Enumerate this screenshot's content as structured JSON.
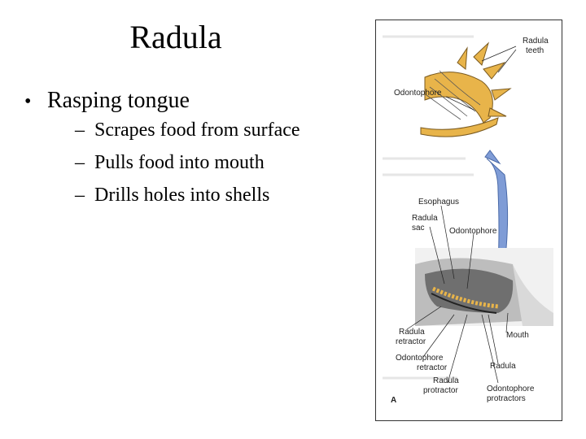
{
  "slide": {
    "title": "Radula"
  },
  "bullets": {
    "main": "Rasping tongue",
    "subs": [
      "Scrapes food from surface",
      "Pulls food into mouth",
      "Drills holes into shells"
    ]
  },
  "figure": {
    "labels": {
      "radula_teeth_1": "Radula",
      "radula_teeth_2": "teeth",
      "odontophore_top": "Odontophore",
      "esophagus": "Esophagus",
      "radula_sac_1": "Radula",
      "radula_sac_2": "sac",
      "odontophore_mid": "Odontophore",
      "radula_retractor_1": "Radula",
      "radula_retractor_2": "retractor",
      "mouth": "Mouth",
      "odontophore_retractor_1": "Odontophore",
      "odontophore_retractor_2": "retractor",
      "radula": "Radula",
      "radula_protractor_1": "Radula",
      "radula_protractor_2": "protractor",
      "odontophore_protractors_1": "Odontophore",
      "odontophore_protractors_2": "protractors",
      "panel": "A"
    },
    "colors": {
      "teeth": "#e8b44a",
      "blue": "#7f9cd6",
      "gray": "#8a8a8a"
    }
  }
}
